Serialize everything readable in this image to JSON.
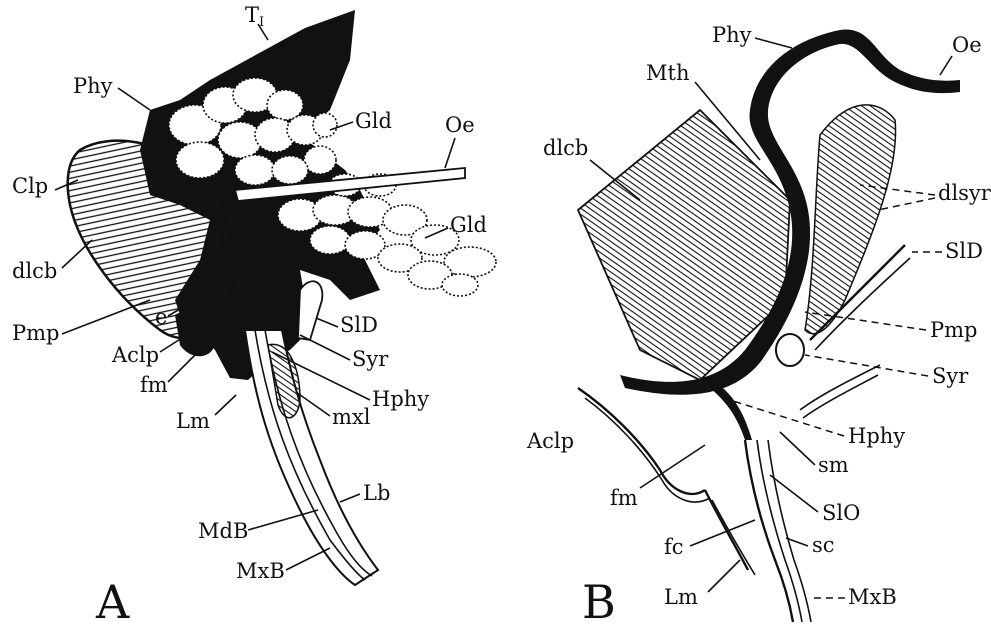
{
  "panel_a": {
    "letter": "A",
    "labels": {
      "t1": "T",
      "t1_sub": "I",
      "phy": "Phy",
      "gld_top": "Gld",
      "oe": "Oe",
      "clp": "Clp",
      "gld_right": "Gld",
      "dlcb": "dlcb",
      "pmp": "Pmp",
      "e": "e",
      "sld": "SlD",
      "aclp": "Aclp",
      "syr": "Syr",
      "fm": "fm",
      "hphy": "Hphy",
      "lm": "Lm",
      "mxl": "mxl",
      "lb": "Lb",
      "mdb": "MdB",
      "mxb": "MxB"
    }
  },
  "panel_b": {
    "letter": "B",
    "labels": {
      "phy": "Phy",
      "oe": "Oe",
      "mth": "Mth",
      "dlcb": "dlcb",
      "dlsyr": "dlsyr",
      "sld": "SlD",
      "pmp": "Pmp",
      "syr": "Syr",
      "aclp": "Aclp",
      "hphy": "Hphy",
      "sm": "sm",
      "fm": "fm",
      "slo": "SlO",
      "fc": "fc",
      "sc": "sc",
      "lm": "Lm",
      "mxb": "MxB"
    }
  }
}
